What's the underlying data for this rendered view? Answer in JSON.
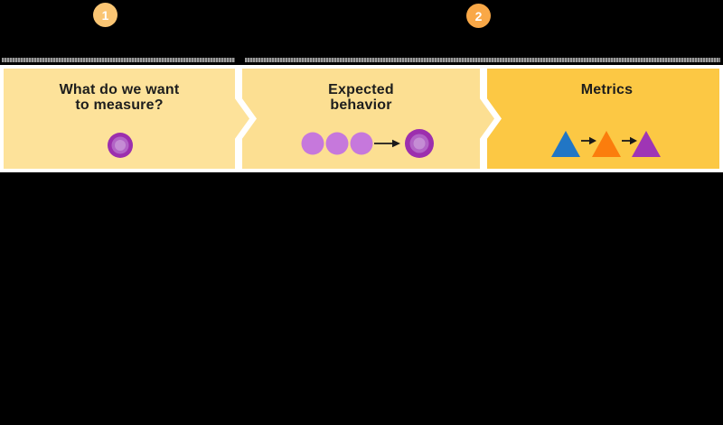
{
  "steps": [
    {
      "number": "1"
    },
    {
      "number": "2"
    }
  ],
  "stages": [
    {
      "title": "What do we want to measure?",
      "title_lines": [
        "What do we want",
        "to measure?"
      ],
      "icon": "concentric-circles-icon"
    },
    {
      "title": "Expected behavior",
      "title_lines": [
        "Expected",
        "behavior"
      ],
      "icon": "dots-to-target-icon"
    },
    {
      "title": "Metrics",
      "title_lines": [
        "Metrics"
      ],
      "icon": "triangle-progression-icon"
    }
  ],
  "palette": {
    "canvas_bg": "#000000",
    "badge_1": "#fac573",
    "badge_2": "#f9a847",
    "badge_text": "#ffffff",
    "track_light": "#9a9a9a",
    "track_dark": "#4f4f4f",
    "banner_bg": "#ffffff",
    "stage1_bg": "#fde29a",
    "stage2_bg": "#fcdf92",
    "stage3_bg": "#fcc844",
    "title_text": "#1d1d1d",
    "circle_outer": "#9c2fae",
    "circle_mid": "#b263c6",
    "circle_inner": "#c58cd5",
    "dot_purple": "#c678dc",
    "arrow_black": "#1a1a1a",
    "triangle_blue": "#2176c5",
    "triangle_orange": "#fb7d0d",
    "triangle_purple": "#9f35b5"
  }
}
